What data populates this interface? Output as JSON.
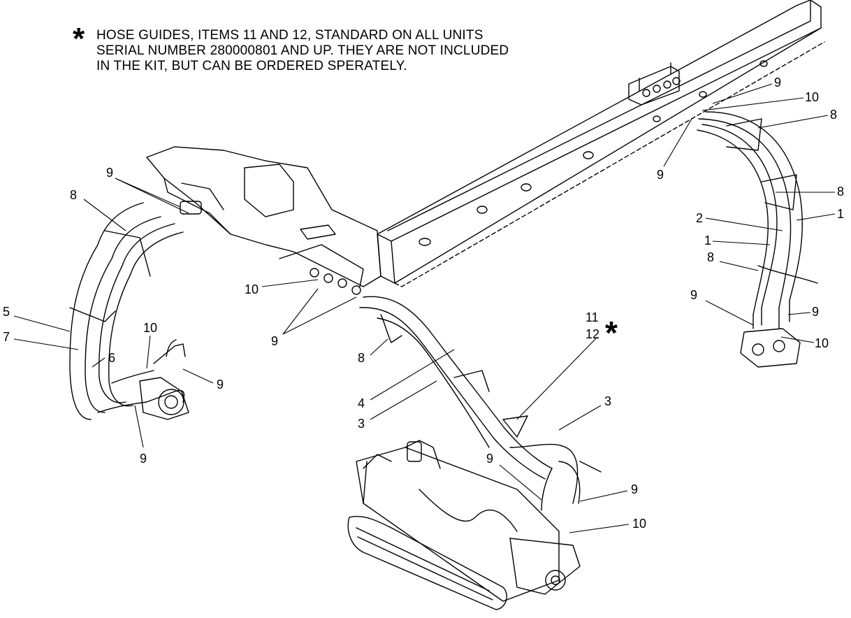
{
  "note": {
    "symbol": "*",
    "lines": [
      "HOSE GUIDES, ITEMS 11 AND 12, STANDARD ON ALL UNITS",
      "SERIAL NUMBER 280000801 AND UP. THEY ARE NOT INCLUDED",
      "IN THE KIT, BUT CAN BE ORDERED SPERATELY."
    ]
  },
  "callouts": [
    {
      "id": "c1",
      "text": "9"
    },
    {
      "id": "c2",
      "text": "10"
    },
    {
      "id": "c3",
      "text": "8"
    },
    {
      "id": "c4",
      "text": "9"
    },
    {
      "id": "c5",
      "text": "8"
    },
    {
      "id": "c6",
      "text": "1"
    },
    {
      "id": "c7",
      "text": "2"
    },
    {
      "id": "c8",
      "text": "1"
    },
    {
      "id": "c9",
      "text": "8"
    },
    {
      "id": "c10",
      "text": "9"
    },
    {
      "id": "c11",
      "text": "9"
    },
    {
      "id": "c12",
      "text": "10"
    },
    {
      "id": "c13",
      "text": "9"
    },
    {
      "id": "c14",
      "text": "8"
    },
    {
      "id": "c15",
      "text": "10"
    },
    {
      "id": "c16",
      "text": "9"
    },
    {
      "id": "c17",
      "text": "5"
    },
    {
      "id": "c18",
      "text": "7"
    },
    {
      "id": "c19",
      "text": "10"
    },
    {
      "id": "c20",
      "text": "6"
    },
    {
      "id": "c21",
      "text": "9"
    },
    {
      "id": "c22",
      "text": "9"
    },
    {
      "id": "c23",
      "text": "8"
    },
    {
      "id": "c24",
      "text": "11"
    },
    {
      "id": "c25",
      "text": "12"
    },
    {
      "id": "c26",
      "text": "4"
    },
    {
      "id": "c27",
      "text": "3"
    },
    {
      "id": "c28",
      "text": "3"
    },
    {
      "id": "c29",
      "text": "9"
    },
    {
      "id": "c30",
      "text": "9"
    },
    {
      "id": "c31",
      "text": "10"
    }
  ],
  "star_marker": "*"
}
